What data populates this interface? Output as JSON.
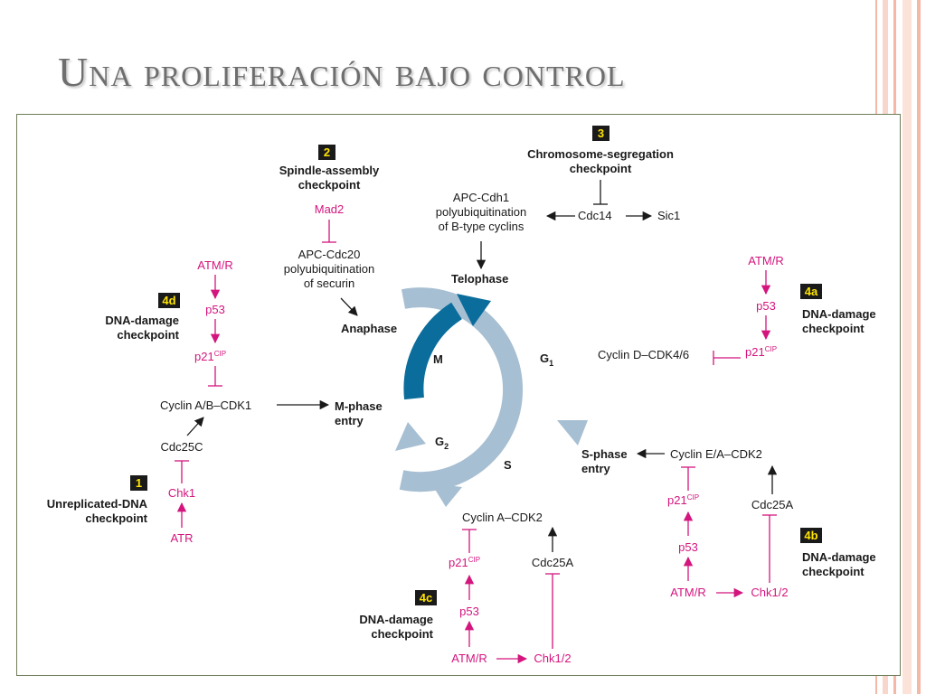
{
  "slide": {
    "title": "Una proliferación bajo control"
  },
  "colors": {
    "title": "#6e6e6e",
    "magenta": "#d4157e",
    "cycle_dark": "#0a6d9c",
    "cycle_light": "#a7bfd2",
    "badge": "#1a1a1a",
    "badge_highlight": "#ffe400",
    "stripe": "#f3b8a6"
  },
  "phases": {
    "m": "M",
    "g1": "G",
    "g1_sub": "1",
    "s": "S",
    "g2": "G",
    "g2_sub": "2"
  },
  "labels": {
    "telophase": "Telophase",
    "anaphase": "Anaphase",
    "mphase_entry_1": "M-phase",
    "mphase_entry_2": "entry",
    "sphase_entry_1": "S-phase",
    "sphase_entry_2": "entry",
    "apc_cdh1_1": "APC-Cdh1",
    "apc_cdh1_2": "polyubiquitination",
    "apc_cdh1_3": "of B-type cyclins",
    "cdc14": "Cdc14",
    "sic1": "Sic1",
    "apc_cdc20_1": "APC-Cdc20",
    "apc_cdc20_2": "polyubiquitination",
    "apc_cdc20_3": "of securin",
    "mad2": "Mad2",
    "cyclin_ab_cdk1": "Cyclin A/B–CDK1",
    "cdc25c": "Cdc25C",
    "chk1": "Chk1",
    "atr": "ATR",
    "atmr_4d": "ATM/R",
    "p53_4d": "p53",
    "p21_4d": "p21",
    "cyclin_d_cdk46": "Cyclin D–CDK4/6",
    "atmr_4a": "ATM/R",
    "p53_4a": "p53",
    "p21_4a": "p21",
    "cyclin_ea_cdk2": "Cyclin E/A–CDK2",
    "p21_4b": "p21",
    "p53_4b": "p53",
    "atmr_4b": "ATM/R",
    "chk12_4b": "Chk1/2",
    "cdc25a_4b": "Cdc25A",
    "cyclin_a_cdk2": "Cyclin A–CDK2",
    "p21_4c": "p21",
    "p53_4c": "p53",
    "atmr_4c": "ATM/R",
    "chk12_4c": "Chk1/2",
    "cdc25a_4c": "Cdc25A",
    "cip": "CIP"
  },
  "checkpoints": {
    "c1": {
      "badge": "1",
      "line1": "Unreplicated-DNA",
      "line2": "checkpoint"
    },
    "c2": {
      "badge": "2",
      "line1": "Spindle-assembly",
      "line2": "checkpoint"
    },
    "c3": {
      "badge": "3",
      "line1": "Chromosome-segregation",
      "line2": "checkpoint"
    },
    "c4a": {
      "badge": "4a",
      "line1": "DNA-damage",
      "line2": "checkpoint"
    },
    "c4b": {
      "badge": "4b",
      "line1": "DNA-damage",
      "line2": "checkpoint"
    },
    "c4c": {
      "badge": "4c",
      "line1": "DNA-damage",
      "line2": "checkpoint"
    },
    "c4d": {
      "badge": "4d",
      "line1": "DNA-damage",
      "line2": "checkpoint"
    }
  }
}
